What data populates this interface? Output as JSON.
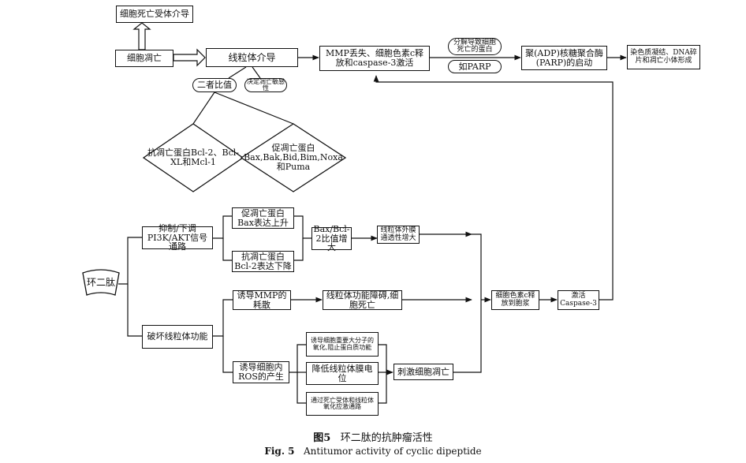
{
  "nodes": {
    "receptor": "细胞死亡受体介导",
    "apoptosis": "细胞凋亡",
    "mito": "线粒体介导",
    "mmp": "MMP丢失、细胞色素c释放和caspase-3激活",
    "decompose": "分解导致细胞死亡的蛋白",
    "parp_eg": "如PARP",
    "parp": "聚(ADP)核糖聚合酶(PARP)的启动",
    "chromatin": "染色质凝结、DNA碎片和凋亡小体形成",
    "ratio": "二者比值",
    "decide": "决定凋亡敏感性",
    "anti": "抗凋亡蛋白Bcl-2、Bcl-XL和Mcl-1",
    "pro": "促凋亡蛋白Bax,Bak,Bid,Bim,Noxa和Puma",
    "cyclic": "环二肽",
    "pi3k": "抑制/下调PI3K/AKT信号通路",
    "bax_up": "促凋亡蛋白Bax表达上升",
    "bcl2_down": "抗凋亡蛋白Bcl-2表达下降",
    "baxbcl": "Bax/Bcl-2比值增大",
    "permeability": "线粒体外膜通透性增大",
    "destroy": "破坏线粒体功能",
    "induce_mmp": "诱导MMP的耗散",
    "dysfunction": "线粒体功能障碍,细胞死亡",
    "ros": "诱导细胞内ROS的产生",
    "oxidize": "诱导细胞重要大分子的氧化,阻止蛋白质功能",
    "lower": "降低线粒体膜电位",
    "pathway": "通过死亡受体和线粒体氧化应激通路",
    "stimulate": "刺激细胞凋亡",
    "cytc": "细胞色素c释放到胞浆",
    "casp3": "激活Caspase-3"
  },
  "caption": {
    "zh_label": "图5",
    "zh_text": "环二肽的抗肿瘤活性",
    "en_label": "Fig. 5",
    "en_text": "Antitumor activity of cyclic dipeptide"
  }
}
